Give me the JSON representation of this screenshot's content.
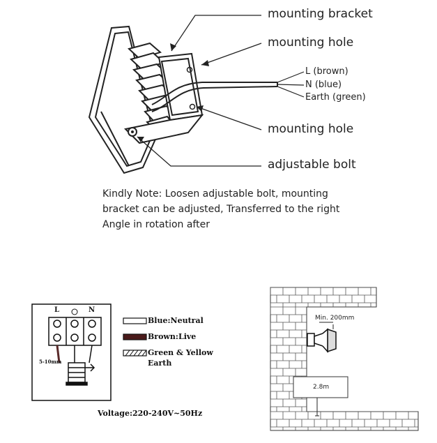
{
  "labels": {
    "mounting_bracket": "mounting bracket",
    "mounting_hole_top": "mounting hole",
    "mounting_hole_bottom": "mounting hole",
    "adjustable_bolt": "adjustable bolt"
  },
  "wires": {
    "live": "L (brown)",
    "neutral": "N (blue)",
    "earth": "Earth (green)"
  },
  "note": {
    "line1": "Kindly Note: Loosen adjustable bolt, mounting",
    "line2": "bracket can be adjusted, Transferred to the right",
    "line3": "Angle in rotation after"
  },
  "wiring": {
    "terminal_l": "L",
    "terminal_n": "N",
    "strip_length": "5-10mm",
    "legend": {
      "blue": "Blue:Neutral",
      "brown": "Brown:Live",
      "green_yellow_1": "Green & Yellow",
      "green_yellow_2": "Earth"
    },
    "voltage": "Voltage:220-240V~50Hz"
  },
  "install": {
    "min_clearance": "Min. 200mm",
    "height": "2.8m"
  }
}
